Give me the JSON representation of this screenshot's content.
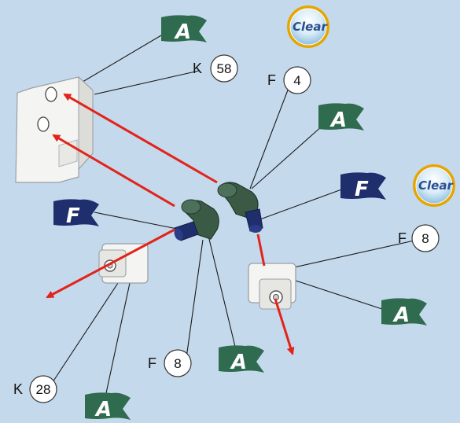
{
  "colors": {
    "background": "#c5d9ec",
    "flag_a": "#2f6b4f",
    "flag_f": "#1f2f6e",
    "arrow": "#e2231a",
    "part_white": "#f4f4f2",
    "fitting_green": "#3b5a45",
    "fitting_blue": "#1f2f6e"
  },
  "flags": {
    "a_label": "A",
    "f_label": "F"
  },
  "callouts": {
    "k58": {
      "letter": "K",
      "number": "58"
    },
    "f4": {
      "letter": "F",
      "number": "4"
    },
    "f8_right": {
      "letter": "F",
      "number": "8"
    },
    "f8_bottom": {
      "letter": "F",
      "number": "8"
    },
    "k28": {
      "letter": "K",
      "number": "28"
    }
  },
  "badges": {
    "clear_label": "Clear"
  },
  "icons": [
    "flag-a-icon",
    "flag-f-icon",
    "clear-badge-icon",
    "fitting-icon",
    "bracket-icon",
    "connector-icon"
  ]
}
